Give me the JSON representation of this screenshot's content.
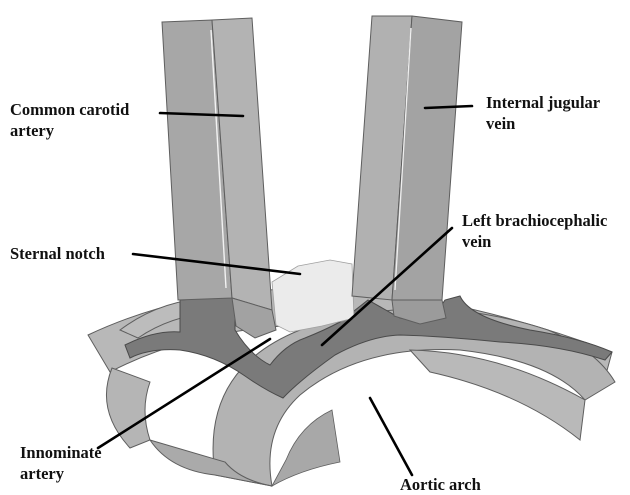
{
  "labels": {
    "common_carotid": [
      "Common carotid",
      "artery"
    ],
    "internal_jugular": [
      "Internal jugular",
      "vein"
    ],
    "left_brachiocephalic": [
      "Left brachiocephalic",
      "vein"
    ],
    "sternal_notch": [
      "Sternal notch"
    ],
    "innominate": [
      "Innominate",
      "artery"
    ],
    "aortic_arch": [
      "Aortic arch"
    ]
  },
  "colors": {
    "background": "#ffffff",
    "vessel_light": "#b5b5b5",
    "vessel_mid": "#9f9f9f",
    "vessel_dark": "#777777",
    "notch": "#ebebeb",
    "outline": "#5e5e5e",
    "leader": "#000000"
  }
}
